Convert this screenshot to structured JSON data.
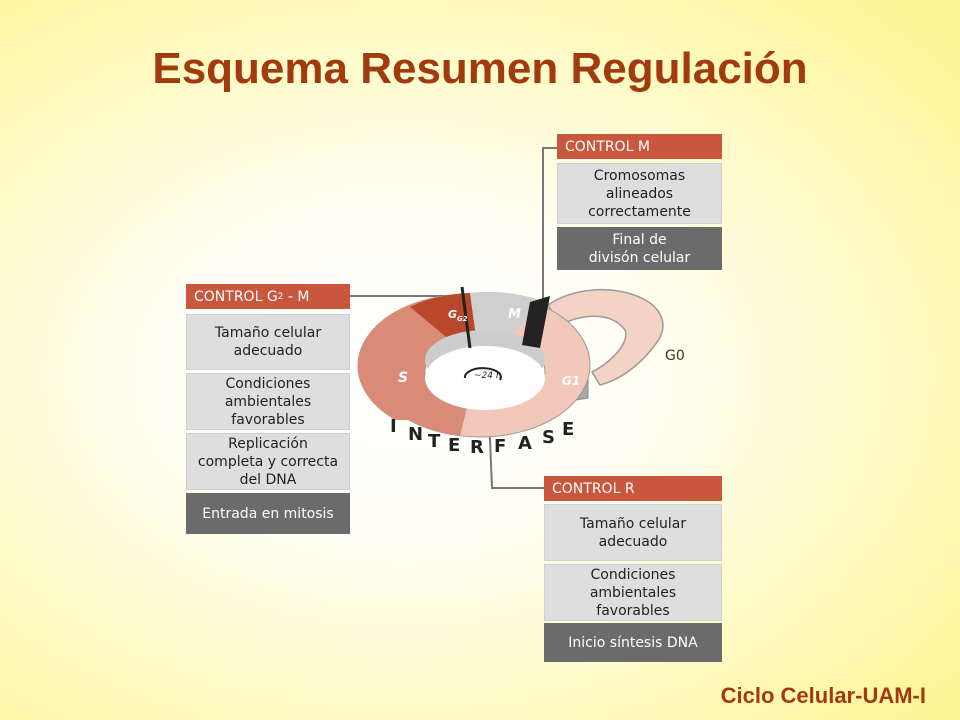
{
  "slide": {
    "title": "Esquema Resumen Regulación",
    "footer": "Ciclo Celular-UAM-I"
  },
  "control_m": {
    "header": "CONTROL M",
    "items": [
      "Cromosomas\nalineados\ncorrectamente"
    ],
    "outcome": "Final de\ndivisón celular"
  },
  "control_g2m": {
    "header_main": "CONTROL G",
    "header_sub": "2",
    "header_tail": " - M",
    "items": [
      "Tamaño celular\nadecuado",
      "Condiciones\nambientales\nfavorables",
      "Replicación\ncompleta y correcta\ndel DNA"
    ],
    "outcome": "Entrada en mitosis"
  },
  "control_r": {
    "header": "CONTROL R",
    "items": [
      "Tamaño celular\nadecuado",
      "Condiciones\nambientales\nfavorables"
    ],
    "outcome": "Inicio síntesis DNA"
  },
  "cycle": {
    "phases": [
      "G2",
      "M",
      "S",
      "G1"
    ],
    "g0": "G0",
    "duration": "~24 h",
    "ring_letters": [
      "I",
      "N",
      "T",
      "E",
      "R",
      "F",
      "A",
      "S",
      "E"
    ],
    "colors": {
      "g2": "#b8472b",
      "s": "#d98b78",
      "g1": "#f2c8bb",
      "m": "#cfcfcf",
      "side": "#a9a9a9"
    }
  }
}
